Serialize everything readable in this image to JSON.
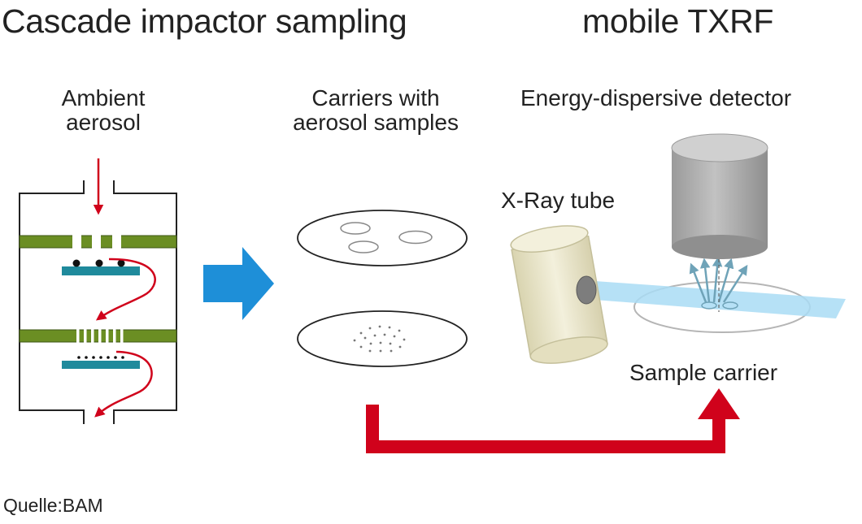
{
  "titles": {
    "left": "Cascade impactor sampling",
    "right": "mobile TXRF"
  },
  "labels": {
    "ambient_line1": "Ambient",
    "ambient_line2": "aerosol",
    "carriers_line1": "Carriers with",
    "carriers_line2": "aerosol samples",
    "detector": "Energy-dispersive detector",
    "xray_tube": "X-Ray tube",
    "sample_carrier": "Sample carrier"
  },
  "credit": "Quelle:BAM",
  "colors": {
    "impaction_plate": "#6b8e23",
    "collection_plate": "#1f8a9c",
    "flow_arrow": "#d0021b",
    "transfer_arrow": "#d0021b",
    "process_arrow": "#1e8fd8",
    "xray_beam": "#a9dcf4",
    "tube_body": "#efecd6",
    "detector_body": "#b3b3b3",
    "fluorescence_arrows": "#6fa3b8"
  }
}
